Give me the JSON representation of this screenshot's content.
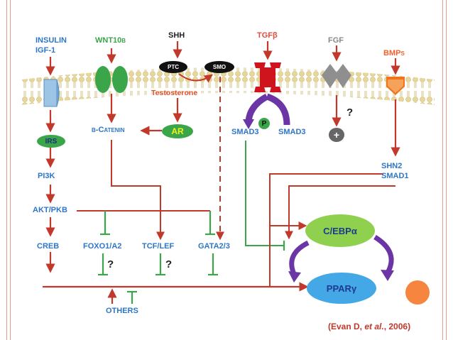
{
  "labels": {
    "insulin": "INSULIN",
    "igf1": "IGF-1",
    "wnt": "WNT10b",
    "shh": "SHH",
    "tgfb": "TGFβ",
    "fgf": "FGF",
    "bmps": "BMPs",
    "ptc": "PTC",
    "smo": "SMO",
    "testosterone": "Testosterone",
    "irs": "IRS",
    "bcatenin": "β-Catenin",
    "ar": "AR",
    "smad3_left": "SMAD3",
    "smad3_right": "SMAD3",
    "p": "P",
    "plus": "+",
    "pi3k": "PI3K",
    "shn2": "SHN2",
    "smad1": "SMAD1",
    "akt": "AKT/PKB",
    "cebp": "C/EBPα",
    "creb": "CREB",
    "foxo": "FOXO1/A2",
    "tcflef": "TCF/LEF",
    "gata": "GATA2/3",
    "ppar": "PPARγ",
    "others": "OTHERS",
    "question": "?"
  },
  "citation": {
    "pre": "(Evan D, ",
    "italic": "et al.",
    "post": ", 2006)"
  },
  "colors": {
    "arrow": "#c0392b",
    "inhibit": "#3aa549",
    "membrane": "#e8d79a",
    "cebp_fill": "#8fd14f",
    "ppar_fill": "#45a8e6",
    "cycle": "#6b35a6",
    "accent": "#f5853f"
  }
}
